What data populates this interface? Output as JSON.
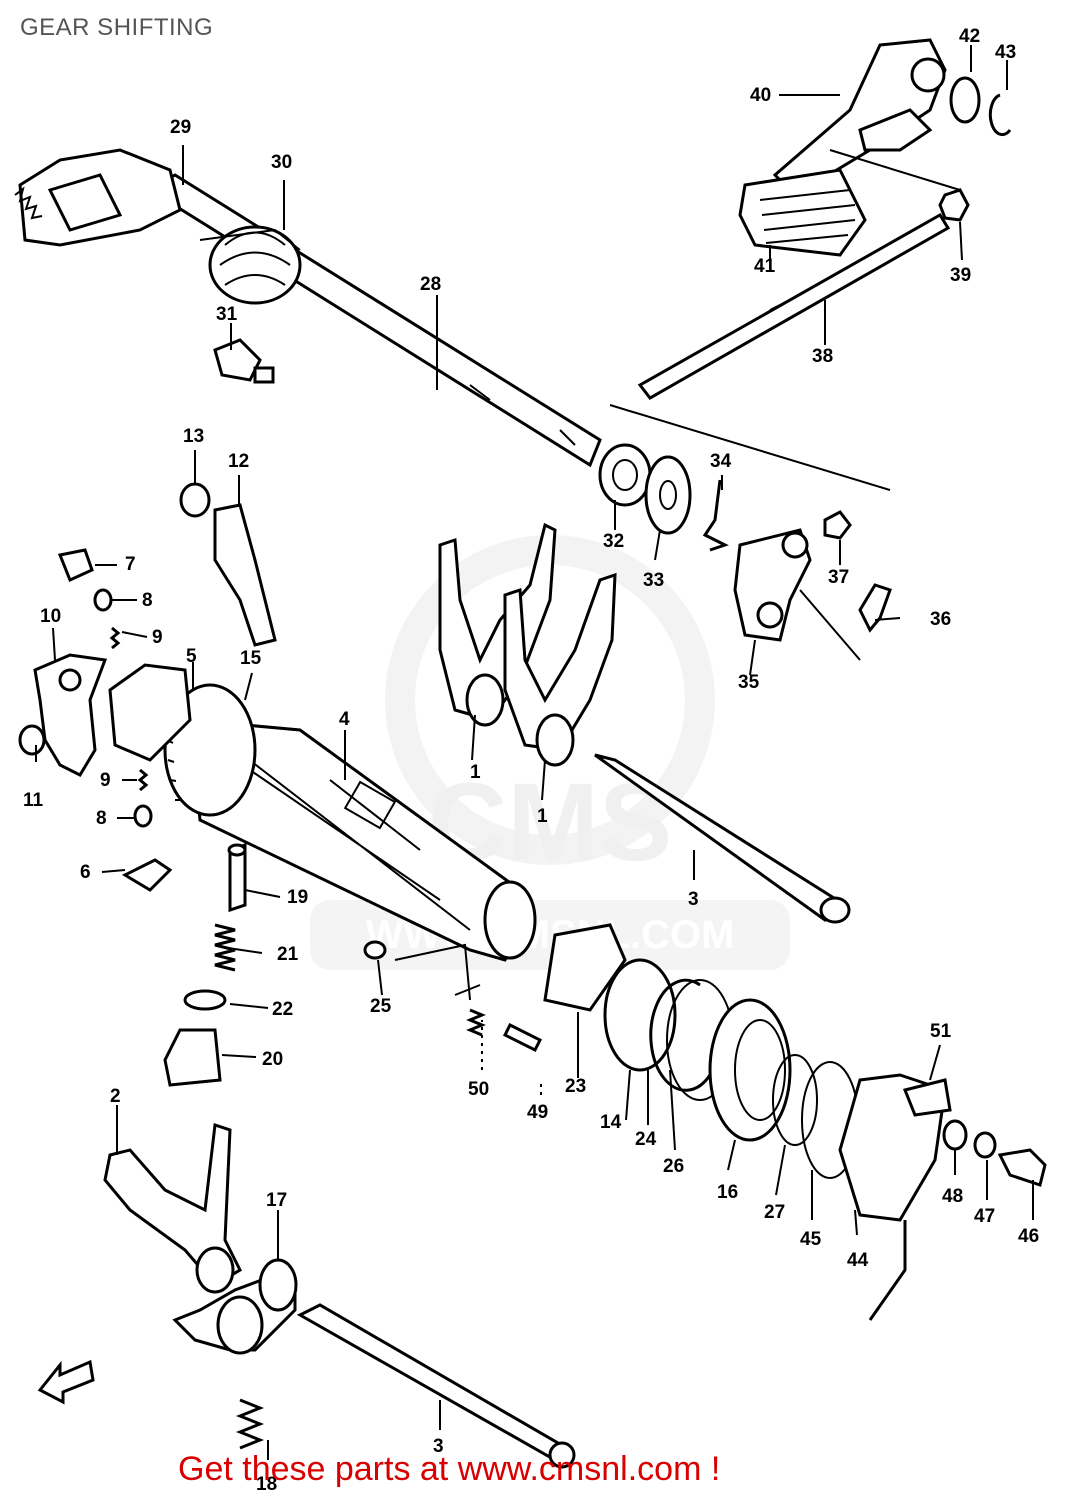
{
  "page": {
    "title": "GEAR SHIFTING",
    "footer_link": "Get these parts at www.cmsnl.com !"
  },
  "watermark": {
    "text": "CMS",
    "url_text": "WWW.CMSNL.COM",
    "color": "#c0c0c0"
  },
  "part_labels": {
    "p1a": "1",
    "p1b": "1",
    "p2": "2",
    "p3a": "3",
    "p3b": "3",
    "p4": "4",
    "p5": "5",
    "p6": "6",
    "p7": "7",
    "p8a": "8",
    "p8b": "8",
    "p9a": "9",
    "p9b": "9",
    "p10": "10",
    "p11": "11",
    "p12": "12",
    "p13": "13",
    "p14": "14",
    "p15": "15",
    "p16": "16",
    "p17": "17",
    "p18": "18",
    "p19": "19",
    "p20": "20",
    "p21": "21",
    "p22": "22",
    "p23": "23",
    "p24": "24",
    "p25": "25",
    "p26": "26",
    "p27": "27",
    "p28": "28",
    "p29": "29",
    "p30": "30",
    "p31": "31",
    "p32": "32",
    "p33": "33",
    "p34": "34",
    "p35": "35",
    "p36": "36",
    "p37": "37",
    "p38": "38",
    "p39": "39",
    "p40": "40",
    "p41": "41",
    "p42": "42",
    "p43": "43",
    "p44": "44",
    "p45": "45",
    "p46": "46",
    "p47": "47",
    "p48": "48",
    "p49": "49",
    "p50": "50",
    "p51": "51"
  },
  "colors": {
    "footer": "#d80000",
    "title": "#555555",
    "ink": "#000000"
  }
}
